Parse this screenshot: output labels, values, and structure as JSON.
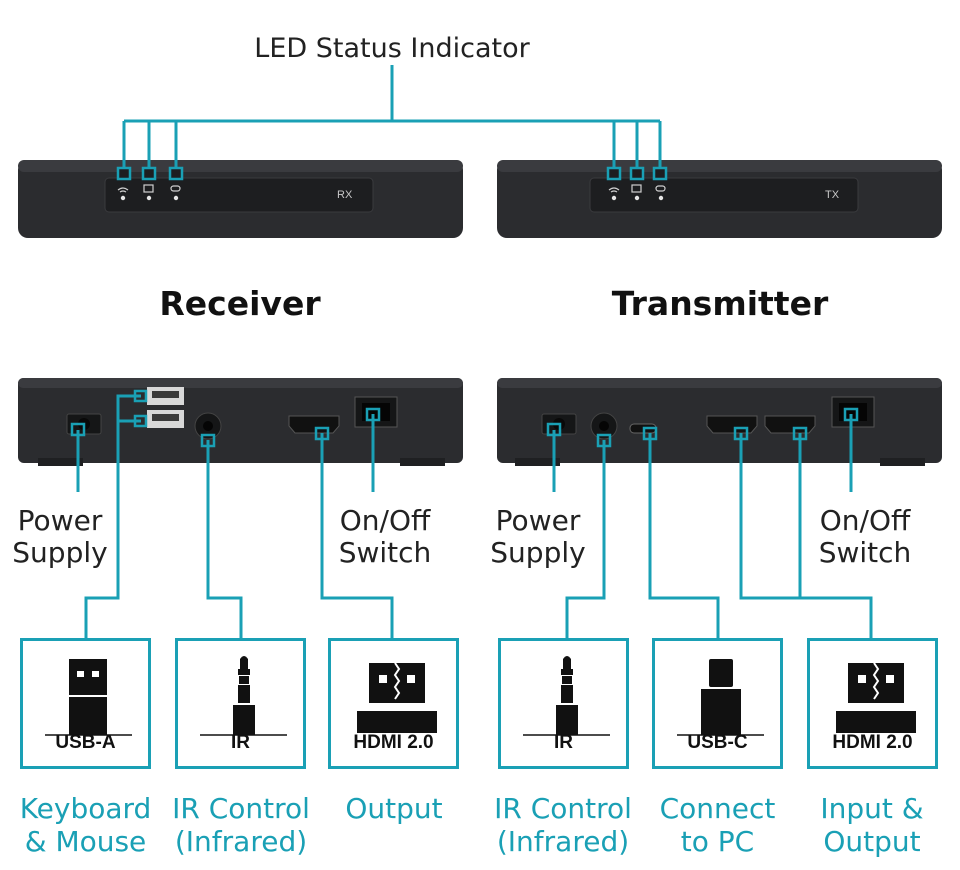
{
  "led_indicator_label": "LED Status Indicator",
  "devices": {
    "receiver": {
      "heading": "Receiver",
      "front_badge": "RX"
    },
    "transmitter": {
      "heading": "Transmitter",
      "front_badge": "TX"
    }
  },
  "port_labels": {
    "rx_power": "Power Supply",
    "rx_switch": "On/Off Switch",
    "tx_power": "Power Supply",
    "tx_switch": "On/Off Switch"
  },
  "connectors": [
    {
      "label": "USB-A",
      "function": "Keyboard & Mouse",
      "icon": "usb-a-icon"
    },
    {
      "label": "IR",
      "function": "IR Control (Infrared)",
      "icon": "ir-jack-icon"
    },
    {
      "label": "HDMI 2.0",
      "function": "Output",
      "icon": "hdmi-icon"
    },
    {
      "label": "IR",
      "function": "IR Control (Infrared)",
      "icon": "ir-jack-icon"
    },
    {
      "label": "USB-C",
      "function": "Connect to PC",
      "icon": "usb-c-icon"
    },
    {
      "label": "HDMI 2.0",
      "function": "Input & Output",
      "icon": "hdmi-icon"
    }
  ],
  "colors": {
    "accent": "#1aa0b5",
    "device_body": "#2b2c2f",
    "device_panel": "#1d1e20"
  }
}
